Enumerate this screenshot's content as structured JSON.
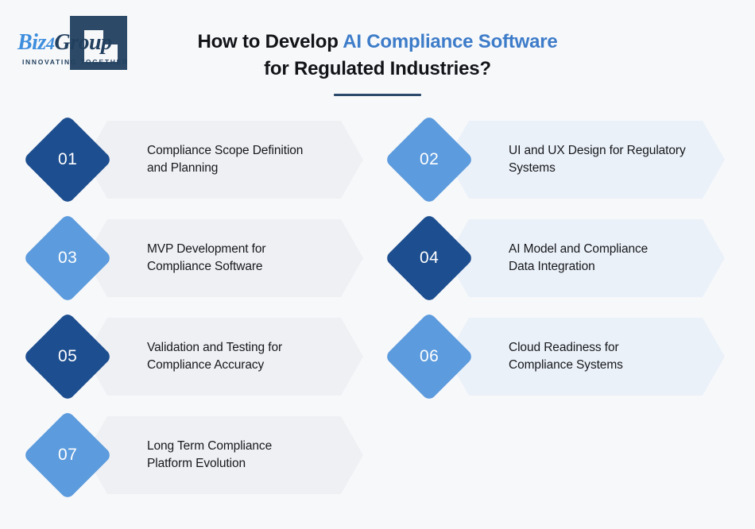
{
  "logo": {
    "name_part1": "Biz",
    "name_part2": "4",
    "name_part3": "Group",
    "tagline": "INNOVATING TOGETHER",
    "square_color": "#2c4a68",
    "accent_color": "#3e8ede"
  },
  "header": {
    "title_lead": "How to Develop ",
    "title_accent": "AI Compliance Software",
    "title_rest": "for Regulated Industries?",
    "rule_color": "#2b4a6b"
  },
  "theme": {
    "background": "#f7f8fa",
    "diamond_dark": "#1d4e8f",
    "diamond_light": "#5c9bdd",
    "banner_gray": "#eef0f3",
    "banner_blue": "#ebf1f9",
    "text_color": "#16181c",
    "accent_blue": "#3d7cc9"
  },
  "steps": [
    {
      "number": "01",
      "line1": "Compliance Scope Definition",
      "line2": "and Planning",
      "diamond_tone": "dark",
      "banner_tone": "tone-gray",
      "column": "left"
    },
    {
      "number": "02",
      "line1": "UI and UX Design for Regulatory",
      "line2": "Systems",
      "diamond_tone": "light",
      "banner_tone": "tone-blue",
      "column": "right"
    },
    {
      "number": "03",
      "line1": "MVP Development for",
      "line2": "Compliance Software",
      "diamond_tone": "light",
      "banner_tone": "tone-gray",
      "column": "left"
    },
    {
      "number": "04",
      "line1": "AI Model and Compliance",
      "line2": "Data Integration",
      "diamond_tone": "dark",
      "banner_tone": "tone-blue",
      "column": "right"
    },
    {
      "number": "05",
      "line1": "Validation and Testing for",
      "line2": "Compliance Accuracy",
      "diamond_tone": "dark",
      "banner_tone": "tone-gray",
      "column": "left"
    },
    {
      "number": "06",
      "line1": "Cloud Readiness for",
      "line2": "Compliance Systems",
      "diamond_tone": "light",
      "banner_tone": "tone-blue",
      "column": "right"
    },
    {
      "number": "07",
      "line1": "Long Term Compliance",
      "line2": "Platform Evolution",
      "diamond_tone": "light",
      "banner_tone": "tone-gray",
      "column": "left"
    }
  ]
}
